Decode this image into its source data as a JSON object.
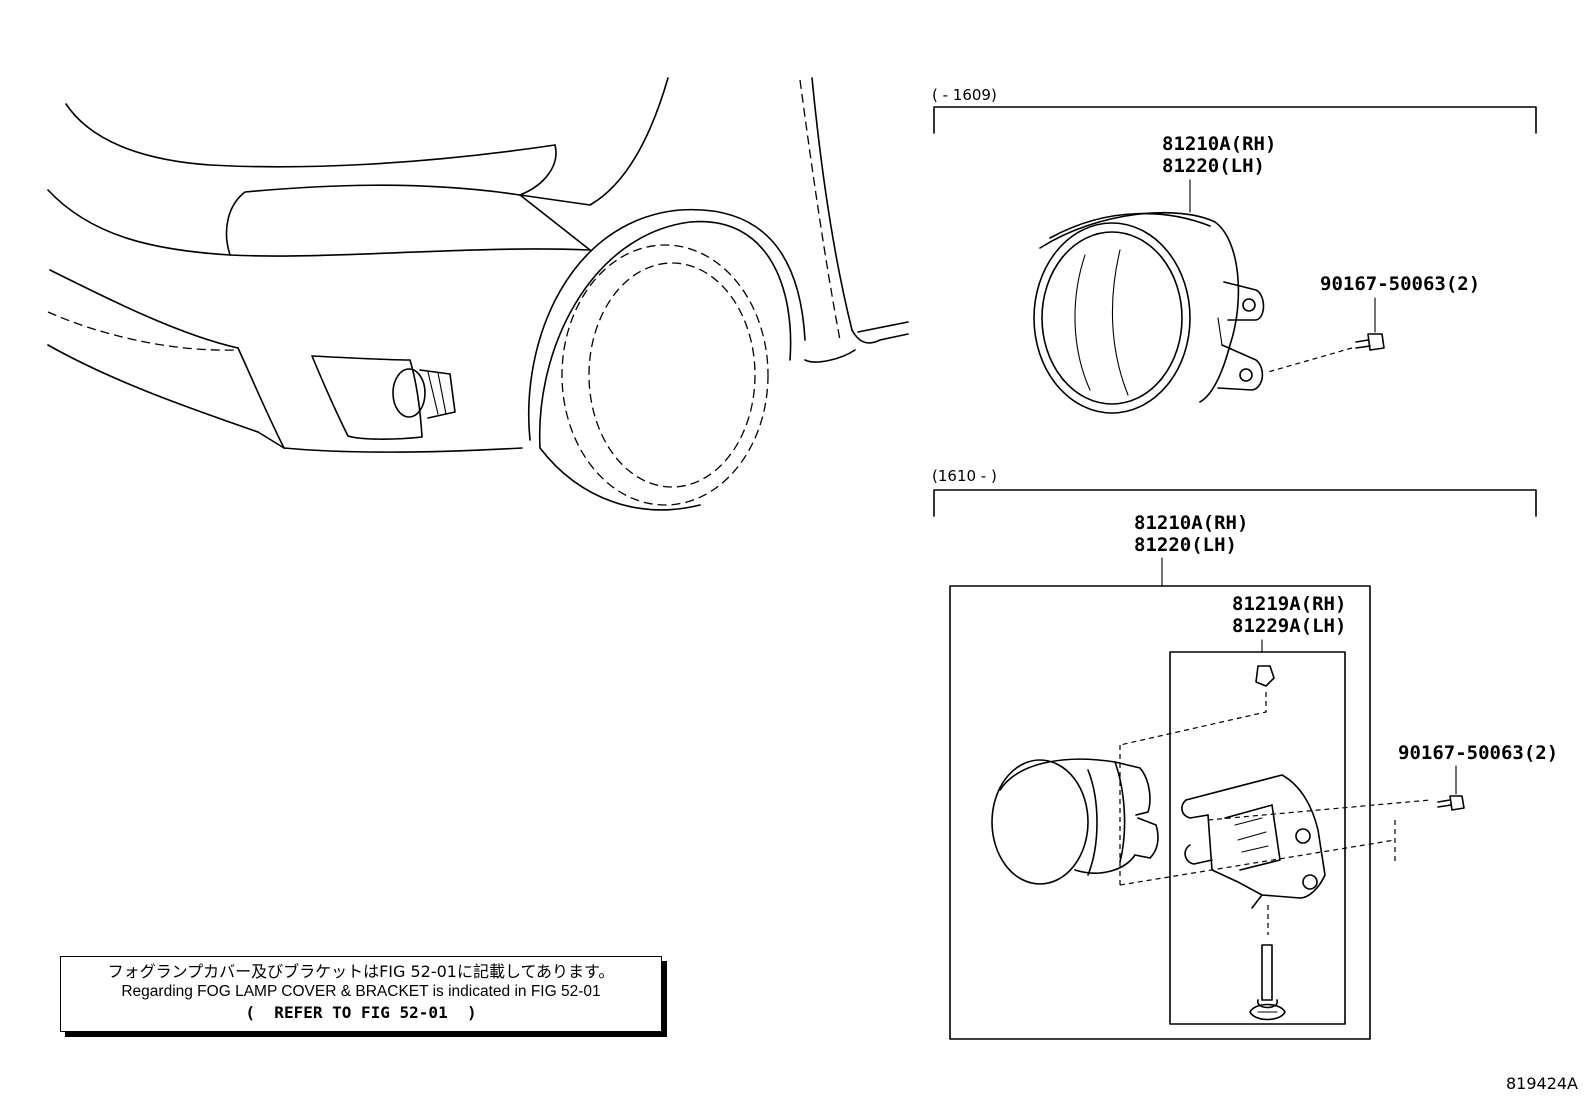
{
  "ranges": {
    "top": "(      - 1609)",
    "bottom": "(1610 -      )"
  },
  "parts": {
    "top_lamp_rh": "81210A(RH)",
    "top_lamp_lh": "81220(LH)",
    "top_screw": "90167-50063(2)",
    "bottom_lamp_rh": "81210A(RH)",
    "bottom_lamp_lh": "81220(LH)",
    "bracket_rh": "81219A(RH)",
    "bracket_lh": "81229A(LH)",
    "bottom_screw": "90167-50063(2)"
  },
  "note": {
    "japanese": "フォグランプカバー及びブラケットはFIG 52-01に記載してあります。",
    "english": "Regarding FOG LAMP COVER & BRACKET is indicated in FIG 52-01",
    "reference": "(  REFER TO FIG 52-01  )"
  },
  "figure_number": "819424A"
}
